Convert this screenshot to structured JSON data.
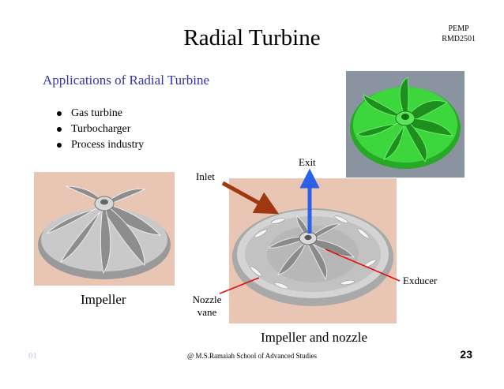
{
  "slide": {
    "title": "Radial Turbine",
    "course_code": [
      "PEMP",
      "RMD2501"
    ],
    "subtitle": "Applications of Radial Turbine",
    "bullets": [
      "Gas turbine",
      "Turbocharger",
      "Process industry"
    ]
  },
  "figure_labels": {
    "inlet": "Inlet",
    "exit": "Exit",
    "exducer": "Exducer",
    "nozzle_vane_line1": "Nozzle",
    "nozzle_vane_line2": "vane",
    "impeller_caption": "Impeller",
    "impeller_nozzle_caption": "Impeller and nozzle"
  },
  "footer": {
    "left": "01",
    "center": "@ M.S.Ramaiah School of Advanced Studies",
    "page_number": "23"
  },
  "colors": {
    "subtitle": "#3333aa",
    "inlet_arrow": "#a0380f",
    "exit_arrow": "#2b60e8",
    "pointer_lines": "#e01010",
    "image_background": "#e9c6b3",
    "green_impeller": "#33cc33"
  }
}
